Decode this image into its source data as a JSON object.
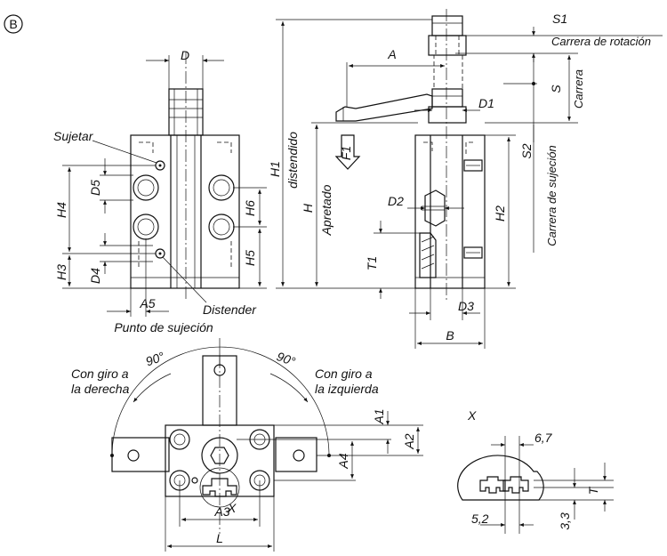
{
  "badge": "B",
  "labels": {
    "D": "D",
    "D1": "D1",
    "D2": "D2",
    "D3": "D3",
    "D4": "D4",
    "D5": "D5",
    "A": "A",
    "A1": "A1",
    "A2": "A2",
    "A3": "A3",
    "A4": "A4",
    "A5": "A5",
    "B": "B",
    "H": "H",
    "H1": "H1",
    "H2": "H2",
    "H3": "H3",
    "H4": "H4",
    "H5": "H5",
    "H6": "H6",
    "L": "L",
    "S": "S",
    "S1": "S1",
    "S2": "S2",
    "T": "T",
    "T1": "T1",
    "F1": "F1",
    "X": "X",
    "X_detail": "X",
    "sujetar": "Sujetar",
    "distender": "Distender",
    "distendido": "distendido",
    "apretado": "Apretado",
    "carrera_rotacion": "Carrera de rotación",
    "carrera": "Carrera",
    "carrera_sujecion": "Carrera de sujeción",
    "punto_sujecion": "Punto de sujeción",
    "giro_derecha_1": "Con giro a",
    "giro_derecha_2": "la derecha",
    "giro_izquierda_1": "Con giro a",
    "giro_izquierda_2": "la izquierda",
    "angle_left": "90°",
    "angle_right": "90°",
    "dim_67": "6,7",
    "dim_52": "5,2",
    "dim_33": "3,3"
  }
}
